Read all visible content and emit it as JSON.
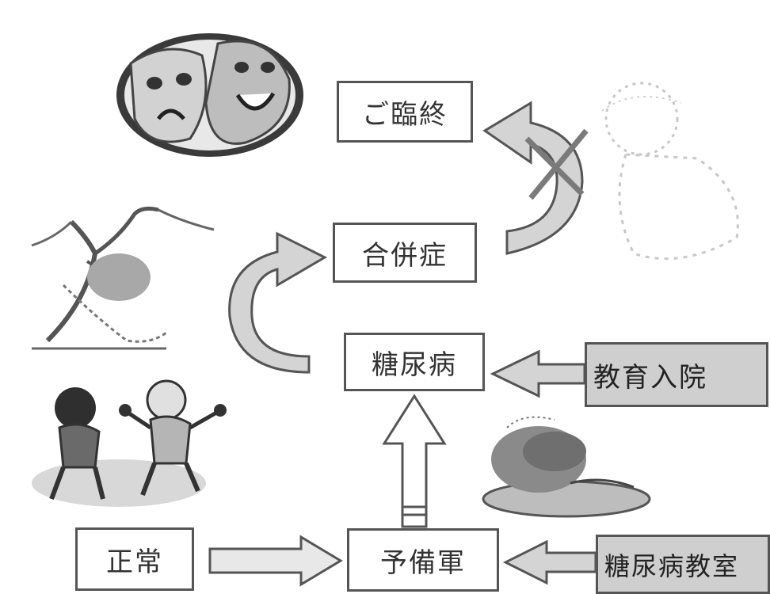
{
  "boxes": {
    "goshokatsu": "ご臨終",
    "gappeisho": "合併症",
    "tonyobyo": "糖尿病",
    "kyoiku_nyuin": "教育入院",
    "seijo": "正常",
    "yobigun": "予備軍",
    "tonyobyo_kyoshitsu": "糖尿病教室"
  },
  "colors": {
    "arrow_fill": "#d4d4d4",
    "arrow_stroke": "#555555",
    "gray_box": "#cfcfcf",
    "cross": "#7a7a7a"
  },
  "icons": {
    "masks": "theater-masks-icon",
    "tree": "withered-tree-icon",
    "exercise": "exercising-people-icon",
    "food": "food-plate-icon",
    "faded": "faded-figure-icon"
  }
}
